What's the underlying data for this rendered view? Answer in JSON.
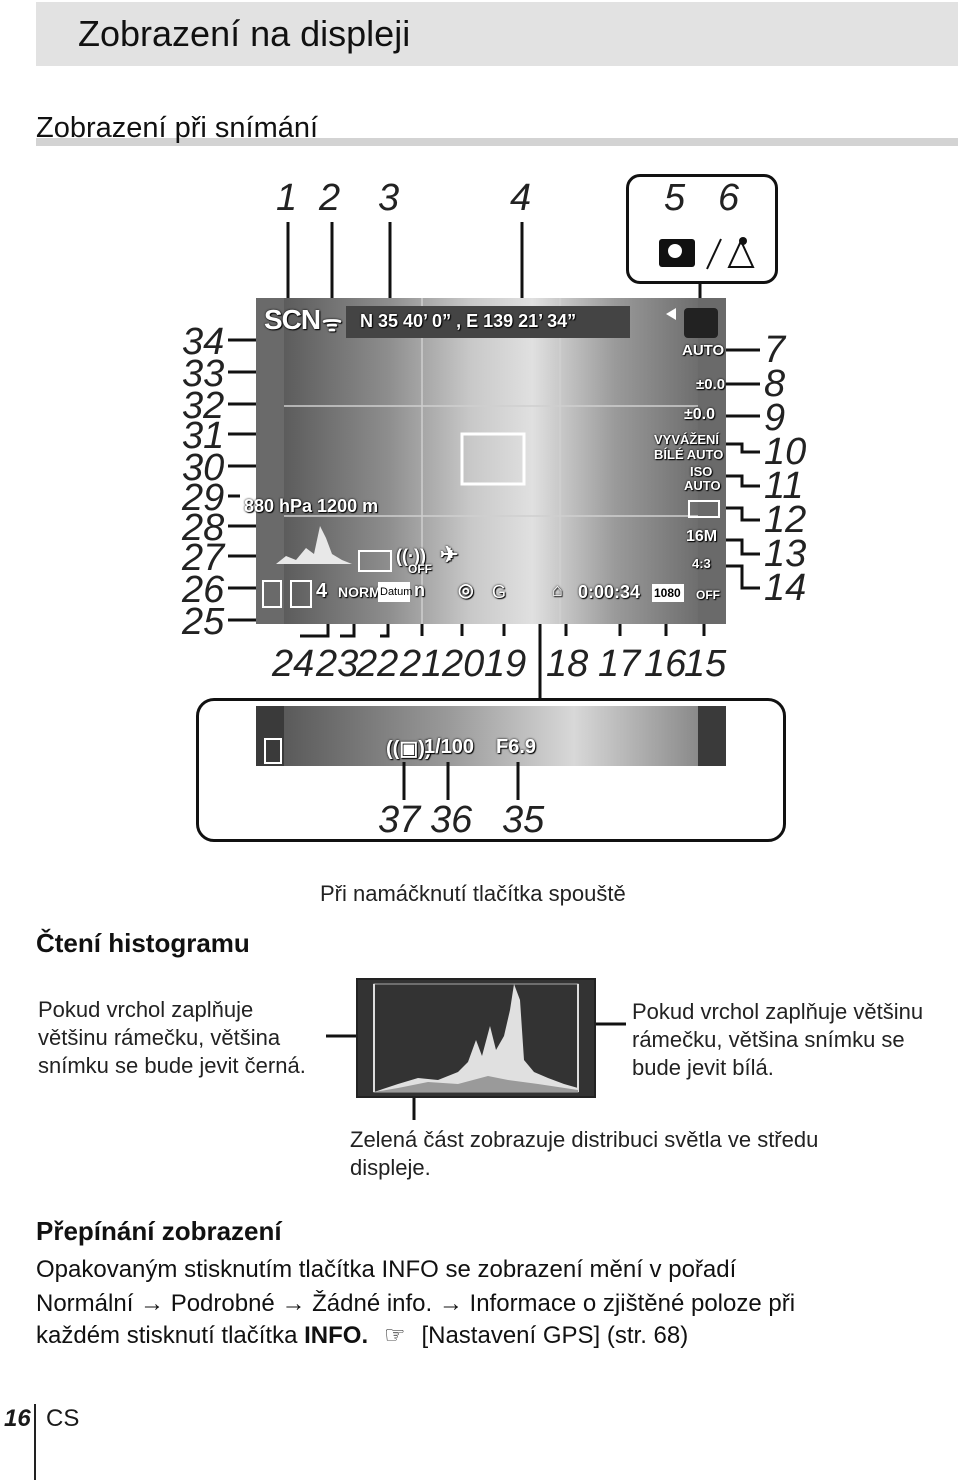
{
  "header": {
    "title": "Zobrazení na displeji"
  },
  "section": {
    "title": "Zobrazení při snímání"
  },
  "callouts": {
    "top": [
      "1",
      "2",
      "3",
      "4",
      "5",
      "6"
    ],
    "left": [
      "34",
      "33",
      "32",
      "31",
      "30",
      "29",
      "28",
      "27",
      "26",
      "25"
    ],
    "right": [
      "7",
      "8",
      "9",
      "10",
      "11",
      "12",
      "13",
      "14"
    ],
    "bottom": [
      "24",
      "23",
      "22",
      "21",
      "20",
      "19",
      "18",
      "17",
      "16",
      "15"
    ],
    "half_press": [
      "37",
      "36",
      "35"
    ]
  },
  "lcd": {
    "scn": "SCN",
    "gps_coords": "N 35  40’ 0” , E 139  21’ 34”",
    "flash": "AUTO",
    "flash_comp": "±0.0",
    "exposure_comp": "±0.0",
    "wb_label": "VYVÁŽENÍ",
    "wb_value": "BÍLÉ AUTO",
    "iso_label": "ISO",
    "iso_value": "AUTO",
    "image_size": "16M",
    "aspect": "4:3",
    "mic": "OFF",
    "resolution": "1080",
    "rec_time": "0:00:34",
    "altitude": "880 hPa 1200 m",
    "remaining_shots": "4",
    "compression": "NORM",
    "date_stamp": "Datum",
    "drive": "n",
    "gps": "G",
    "stab": "OFF"
  },
  "half_press": {
    "caption": "Při namáčknutí tlačítka spouště",
    "shutter": "1/100",
    "aperture": "F6.9"
  },
  "histogram": {
    "heading": "Čtení histogramu",
    "left_text": "Pokud vrchol zaplňuje většinu rámečku, většina snímku se bude jevit černá.",
    "right_text": "Pokud vrchol zaplňuje většinu rámečku, většina snímku se bude jevit bílá.",
    "bottom_text": "Zelená část zobrazuje distribuci světla ve středu displeje."
  },
  "switching": {
    "heading": "Přepínání zobrazení",
    "line1": "Opakovaným stisknutím tlačítka INFO se zobrazení mění v pořadí",
    "line2": "Normální → Podrobné → Žádné info. → Informace o zjištěné poloze při",
    "line3_pre": "každém stisknutí tlačítka ",
    "line3_bold": "INFO.",
    "line3_post": "[Nastavení GPS] (str. 68)"
  },
  "footer": {
    "page": "16",
    "lang": "CS"
  }
}
